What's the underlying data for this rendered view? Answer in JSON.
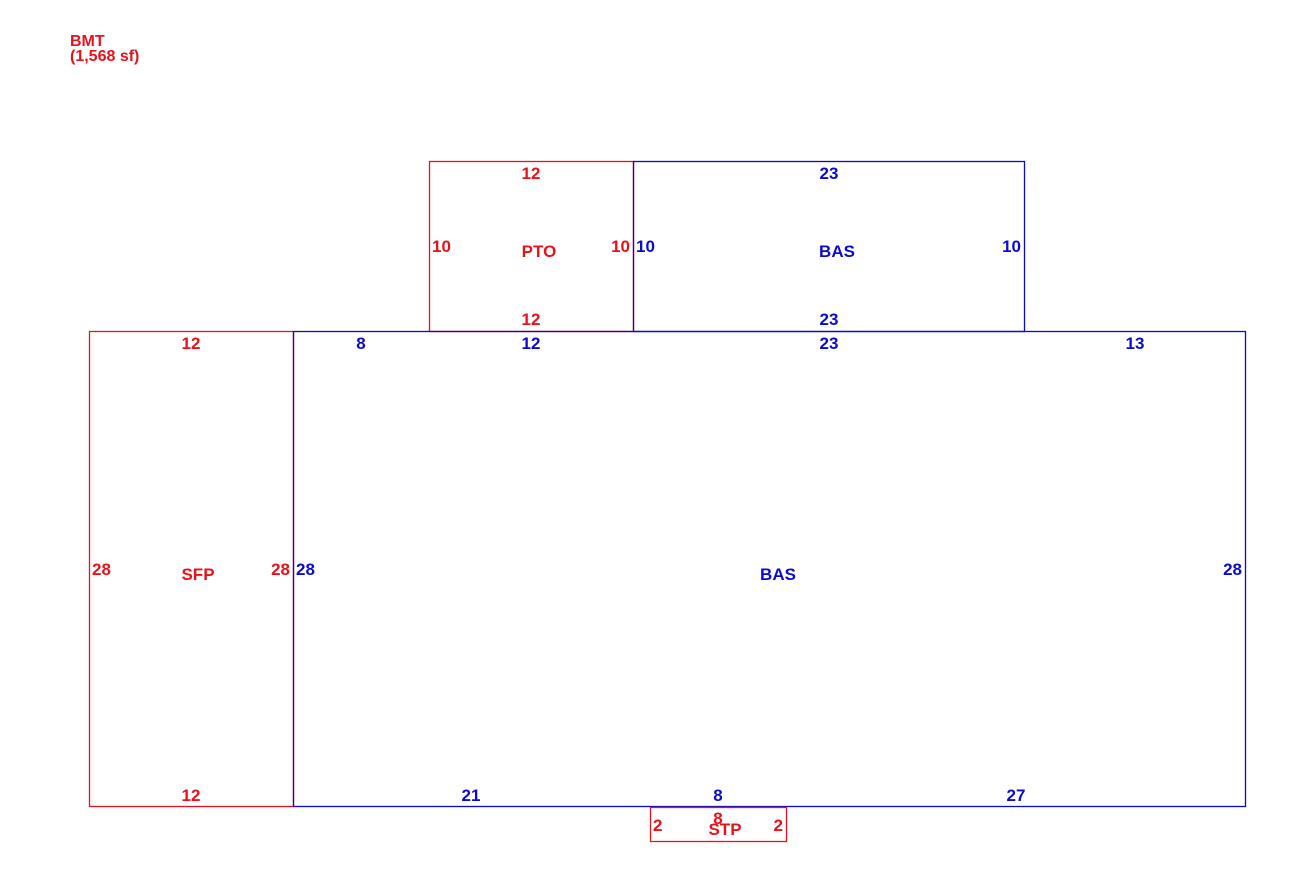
{
  "header": {
    "level": "BMT",
    "area": "(1,568 sf)"
  },
  "colors": {
    "red": "#e8121b",
    "blue": "#0b0bd0"
  },
  "areas": {
    "pto": {
      "code": "PTO",
      "dims": {
        "top": "12",
        "bottom": "12",
        "left": "10",
        "right": "10"
      }
    },
    "bas_upper": {
      "code": "BAS",
      "dims": {
        "top": "23",
        "bottom": "23",
        "left": "10",
        "right": "10"
      }
    },
    "sfp": {
      "code": "SFP",
      "dims": {
        "top": "12",
        "bottom": "12",
        "left": "28",
        "right": "28"
      }
    },
    "bas_main": {
      "code": "BAS",
      "dims": {
        "top_segments": [
          "8",
          "12",
          "23",
          "13"
        ],
        "bottom_segments": [
          "21",
          "8",
          "27"
        ],
        "left": "28",
        "right": "28"
      }
    },
    "stp": {
      "code": "STP",
      "dims": {
        "top": "8",
        "left": "2",
        "right": "2"
      }
    }
  }
}
